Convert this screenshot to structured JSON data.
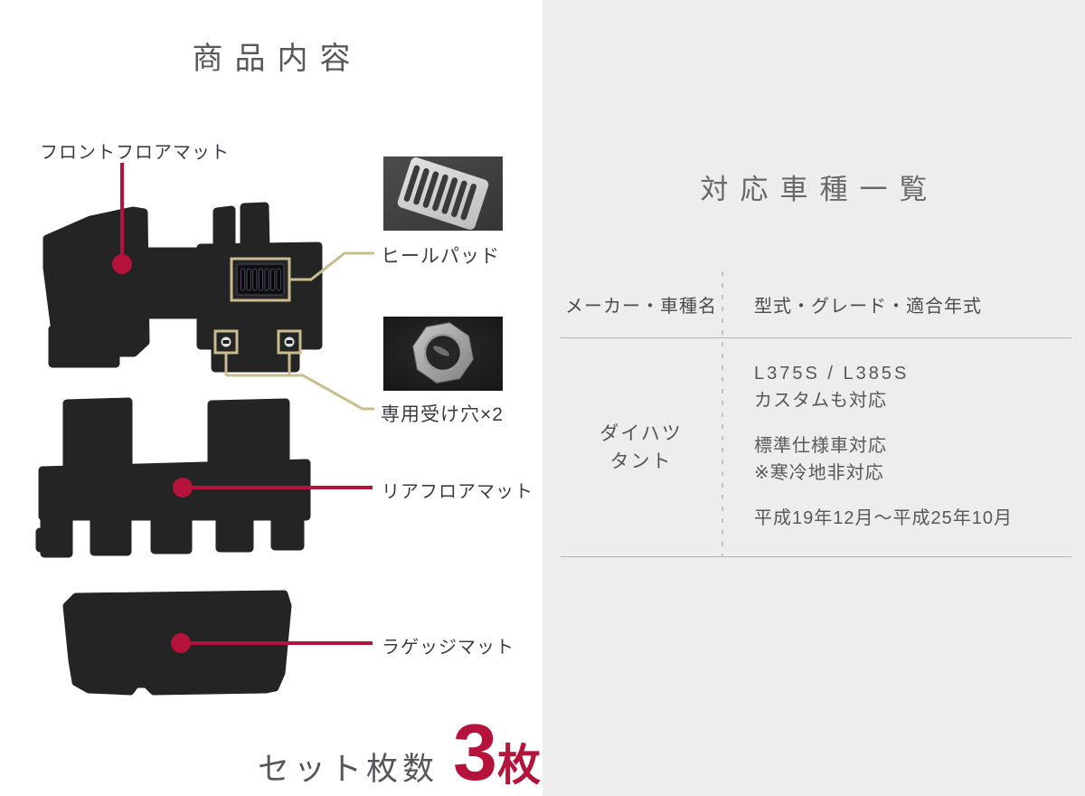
{
  "colors": {
    "accent": "#b5123c",
    "tan": "#c9bc8f",
    "mat": "#242424",
    "panel_bg": "#ededed"
  },
  "left_panel": {
    "title": "商品内容",
    "front_mat_label": "フロントフロアマット",
    "heel_pad_label": "ヒールパッド",
    "holes_label": "専用受け穴×2",
    "rear_mat_label": "リアフロアマット",
    "luggage_mat_label": "ラゲッジマット",
    "set_count_label": "セット枚数",
    "set_count_number": "3",
    "set_count_unit": "枚"
  },
  "right_panel": {
    "title": "対応車種一覧",
    "table": {
      "header_maker": "メーカー・車種名",
      "header_model": "型式・グレード・適合年式",
      "row": {
        "maker_line1": "ダイハツ",
        "maker_line2": "タント",
        "model_codes": "L375S / L385S",
        "custom_note": "カスタムも対応",
        "spec_note": "標準仕様車対応",
        "cold_note": "※寒冷地非対応",
        "year_range": "平成19年12月〜平成25年10月"
      }
    }
  }
}
